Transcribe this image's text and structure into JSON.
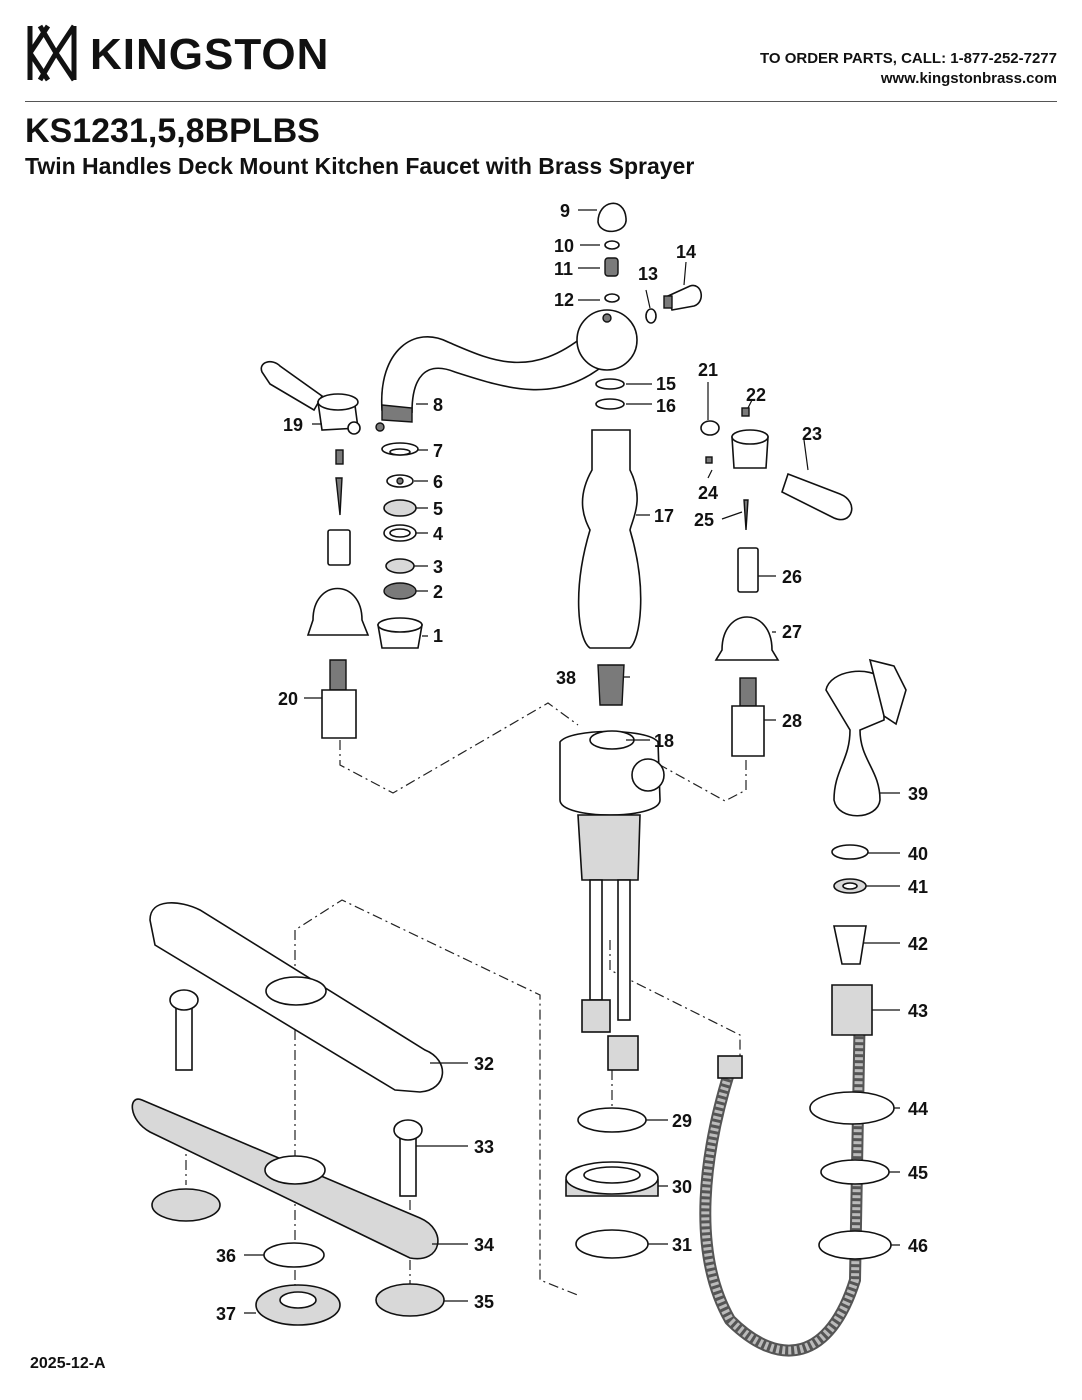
{
  "brand": {
    "name": "KINGSTON"
  },
  "contact": {
    "order_text": "TO ORDER PARTS, CALL: 1-877-252-7277",
    "website": "www.kingstonbrass.com"
  },
  "product": {
    "model": "KS1231,5,8BPLBS",
    "description": "Twin Handles Deck Mount Kitchen Faucet with Brass Sprayer"
  },
  "revision": "2025-12-A",
  "callouts": [
    "1",
    "2",
    "3",
    "4",
    "5",
    "6",
    "7",
    "8",
    "9",
    "10",
    "11",
    "12",
    "13",
    "14",
    "15",
    "16",
    "17",
    "18",
    "19",
    "20",
    "21",
    "22",
    "23",
    "24",
    "25",
    "26",
    "27",
    "28",
    "29",
    "30",
    "31",
    "32",
    "33",
    "34",
    "35",
    "36",
    "37",
    "38",
    "39",
    "40",
    "41",
    "42",
    "43",
    "44",
    "45",
    "46"
  ]
}
